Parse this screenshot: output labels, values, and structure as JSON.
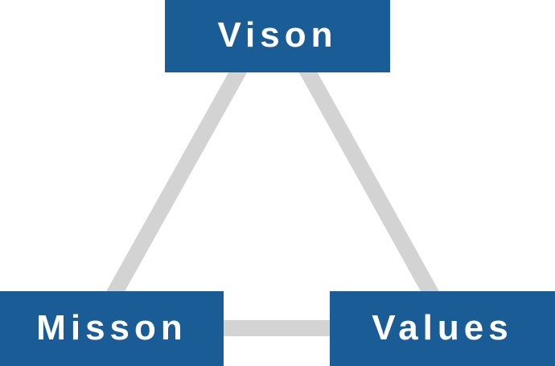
{
  "diagram": {
    "type": "triangle-relationship",
    "nodes": {
      "top": {
        "label": "Vison"
      },
      "bottom_left": {
        "label": "Misson"
      },
      "bottom_right": {
        "label": "Values"
      }
    },
    "edges": [
      {
        "from": "top",
        "to": "bottom_left"
      },
      {
        "from": "top",
        "to": "bottom_right"
      },
      {
        "from": "bottom_left",
        "to": "bottom_right"
      }
    ]
  },
  "colors": {
    "accent": "#1a5c96",
    "line": "#d3d3d3",
    "label": "#ffffff",
    "background": "#ffffff"
  }
}
